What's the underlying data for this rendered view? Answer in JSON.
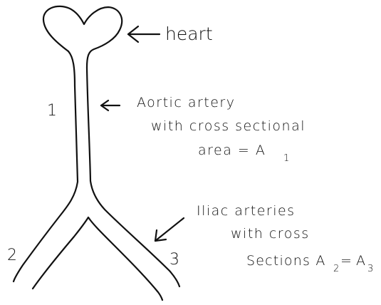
{
  "labels": {
    "heart": "heart",
    "region_1": "1",
    "region_2": "2",
    "region_3": "3",
    "aortic_line1": "Aortic artery",
    "aortic_line2": "with cross sectional",
    "aortic_line3_prefix": "area = A",
    "aortic_line3_sub": "1",
    "iliac_line1": "Iliac arteries",
    "iliac_line2": "with cross",
    "iliac_line3_prefix": "Sections A",
    "iliac_line3_sub1": "2",
    "iliac_line3_mid": "= A",
    "iliac_line3_sub2": "3"
  },
  "colors": {
    "ink": "#111111",
    "background": "#ffffff"
  }
}
